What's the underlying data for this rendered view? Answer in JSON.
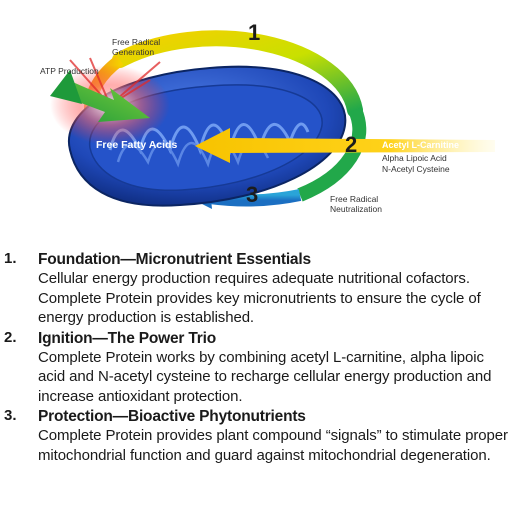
{
  "diagram": {
    "steps": [
      "1",
      "2",
      "3"
    ],
    "labels": {
      "free_radical_generation": [
        "Free Radical",
        "Generation"
      ],
      "atp_production": "ATP Production",
      "free_fatty_acids": "Free Fatty Acids",
      "acetyl_l_carnitine": "Acetyl L-Carnitine",
      "alpha_lipoic_acid": "Alpha Lipoic Acid",
      "n_acetyl_cysteine": "N-Acetyl Cysteine",
      "free_radical_neutralization": [
        "Free Radical",
        "Neutralization"
      ]
    }
  },
  "items": [
    {
      "number": "1.",
      "heading": "Foundation—Micronutrient Essentials",
      "body": "Cellular energy production requires adequate nutritional cofactors. Complete Protein provides key micronutrients to ensure the cycle of energy production is established."
    },
    {
      "number": "2.",
      "heading": "Ignition—The Power Trio",
      "body": "Complete Protein works by combining acetyl L-carnitine, alpha lipoic acid and N-acetyl cysteine to recharge cellular energy production and increase antioxidant protection."
    },
    {
      "number": "3.",
      "heading": "Protection—Bioactive Phytonutrients",
      "body": "Complete Protein provides plant compound “signals” to stimulate proper mitochondrial function and guard against mitochondrial degeneration."
    }
  ]
}
